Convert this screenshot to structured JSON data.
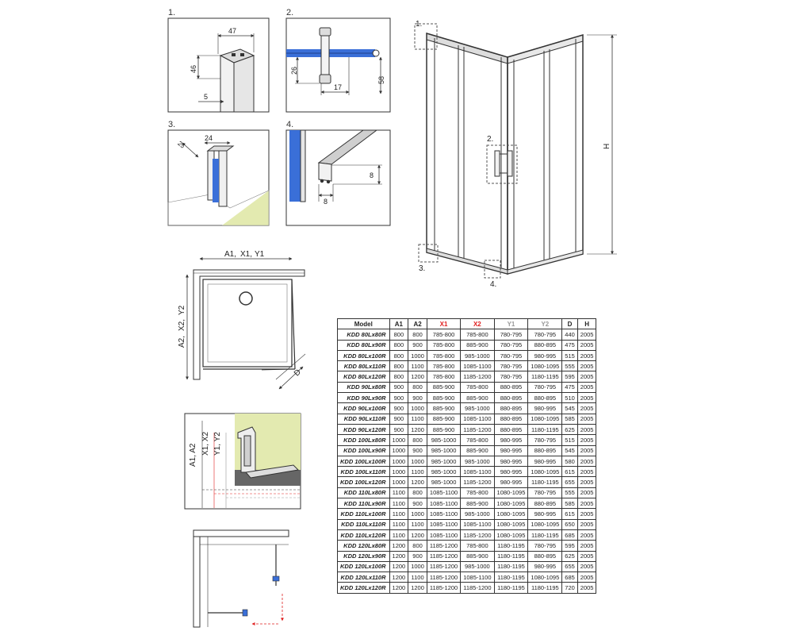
{
  "colors": {
    "line": "#333333",
    "glass": "#3a6fd8",
    "floor": "#e3eab0",
    "x_accent": "#e02020",
    "y_accent": "#999999"
  },
  "details": {
    "d1": {
      "num": "1.",
      "dims": [
        "47",
        "46",
        "5"
      ]
    },
    "d2": {
      "num": "2.",
      "dims": [
        "26",
        "17",
        "58"
      ]
    },
    "d3": {
      "num": "3.",
      "dims": [
        "25",
        "24"
      ]
    },
    "d4": {
      "num": "4.",
      "dims": [
        "8",
        "8"
      ]
    }
  },
  "main": {
    "callouts": [
      "1.",
      "2.",
      "3.",
      "4."
    ],
    "height_label": "H"
  },
  "plan": {
    "top_a": "A1,",
    "top_x": "X1,",
    "top_y": "Y1",
    "side_a": "A2,",
    "side_x": "X2,",
    "side_y": "Y2",
    "diag": "D"
  },
  "section": {
    "a": "A1, A2",
    "x": "X1, X2",
    "y": "Y1, Y2"
  },
  "table": {
    "headers": [
      "Model",
      "A1",
      "A2",
      "X1",
      "X2",
      "Y1",
      "Y2",
      "D",
      "H"
    ],
    "rows": [
      [
        "KDD 80Lx80R",
        "800",
        "800",
        "785-800",
        "785-800",
        "780-795",
        "780-795",
        "440",
        "2005"
      ],
      [
        "KDD 80Lx90R",
        "800",
        "900",
        "785-800",
        "885-900",
        "780-795",
        "880-895",
        "475",
        "2005"
      ],
      [
        "KDD 80Lx100R",
        "800",
        "1000",
        "785-800",
        "985-1000",
        "780-795",
        "980-995",
        "515",
        "2005"
      ],
      [
        "KDD 80Lx110R",
        "800",
        "1100",
        "785-800",
        "1085-1100",
        "780-795",
        "1080-1095",
        "555",
        "2005"
      ],
      [
        "KDD 80Lx120R",
        "800",
        "1200",
        "785-800",
        "1185-1200",
        "780-795",
        "1180-1195",
        "595",
        "2005"
      ],
      [
        "KDD 90Lx80R",
        "900",
        "800",
        "885-900",
        "785-800",
        "880-895",
        "780-795",
        "475",
        "2005"
      ],
      [
        "KDD 90Lx90R",
        "900",
        "900",
        "885-900",
        "885-900",
        "880-895",
        "880-895",
        "510",
        "2005"
      ],
      [
        "KDD 90Lx100R",
        "900",
        "1000",
        "885-900",
        "985-1000",
        "880-895",
        "980-995",
        "545",
        "2005"
      ],
      [
        "KDD 90Lx110R",
        "900",
        "1100",
        "885-900",
        "1085-1100",
        "880-895",
        "1080-1095",
        "585",
        "2005"
      ],
      [
        "KDD 90Lx120R",
        "900",
        "1200",
        "885-900",
        "1185-1200",
        "880-895",
        "1180-1195",
        "625",
        "2005"
      ],
      [
        "KDD 100Lx80R",
        "1000",
        "800",
        "985-1000",
        "785-800",
        "980-995",
        "780-795",
        "515",
        "2005"
      ],
      [
        "KDD 100Lx90R",
        "1000",
        "900",
        "985-1000",
        "885-900",
        "980-995",
        "880-895",
        "545",
        "2005"
      ],
      [
        "KDD 100Lx100R",
        "1000",
        "1000",
        "985-1000",
        "985-1000",
        "980-995",
        "980-995",
        "580",
        "2005"
      ],
      [
        "KDD 100Lx110R",
        "1000",
        "1100",
        "985-1000",
        "1085-1100",
        "980-995",
        "1080-1095",
        "615",
        "2005"
      ],
      [
        "KDD 100Lx120R",
        "1000",
        "1200",
        "985-1000",
        "1185-1200",
        "980-995",
        "1180-1195",
        "655",
        "2005"
      ],
      [
        "KDD 110Lx80R",
        "1100",
        "800",
        "1085-1100",
        "785-800",
        "1080-1095",
        "780-795",
        "555",
        "2005"
      ],
      [
        "KDD 110Lx90R",
        "1100",
        "900",
        "1085-1100",
        "885-900",
        "1080-1095",
        "880-895",
        "585",
        "2005"
      ],
      [
        "KDD 110Lx100R",
        "1100",
        "1000",
        "1085-1100",
        "985-1000",
        "1080-1095",
        "980-995",
        "615",
        "2005"
      ],
      [
        "KDD 110Lx110R",
        "1100",
        "1100",
        "1085-1100",
        "1085-1100",
        "1080-1095",
        "1080-1095",
        "650",
        "2005"
      ],
      [
        "KDD 110Lx120R",
        "1100",
        "1200",
        "1085-1100",
        "1185-1200",
        "1080-1095",
        "1180-1195",
        "685",
        "2005"
      ],
      [
        "KDD 120Lx80R",
        "1200",
        "800",
        "1185-1200",
        "785-800",
        "1180-1195",
        "780-795",
        "595",
        "2005"
      ],
      [
        "KDD 120Lx90R",
        "1200",
        "900",
        "1185-1200",
        "885-900",
        "1180-1195",
        "880-895",
        "625",
        "2005"
      ],
      [
        "KDD 120Lx100R",
        "1200",
        "1000",
        "1185-1200",
        "985-1000",
        "1180-1195",
        "980-995",
        "655",
        "2005"
      ],
      [
        "KDD 120Lx110R",
        "1200",
        "1100",
        "1185-1200",
        "1085-1100",
        "1180-1195",
        "1080-1095",
        "685",
        "2005"
      ],
      [
        "KDD 120Lx120R",
        "1200",
        "1200",
        "1185-1200",
        "1185-1200",
        "1180-1195",
        "1180-1195",
        "720",
        "2005"
      ]
    ]
  }
}
